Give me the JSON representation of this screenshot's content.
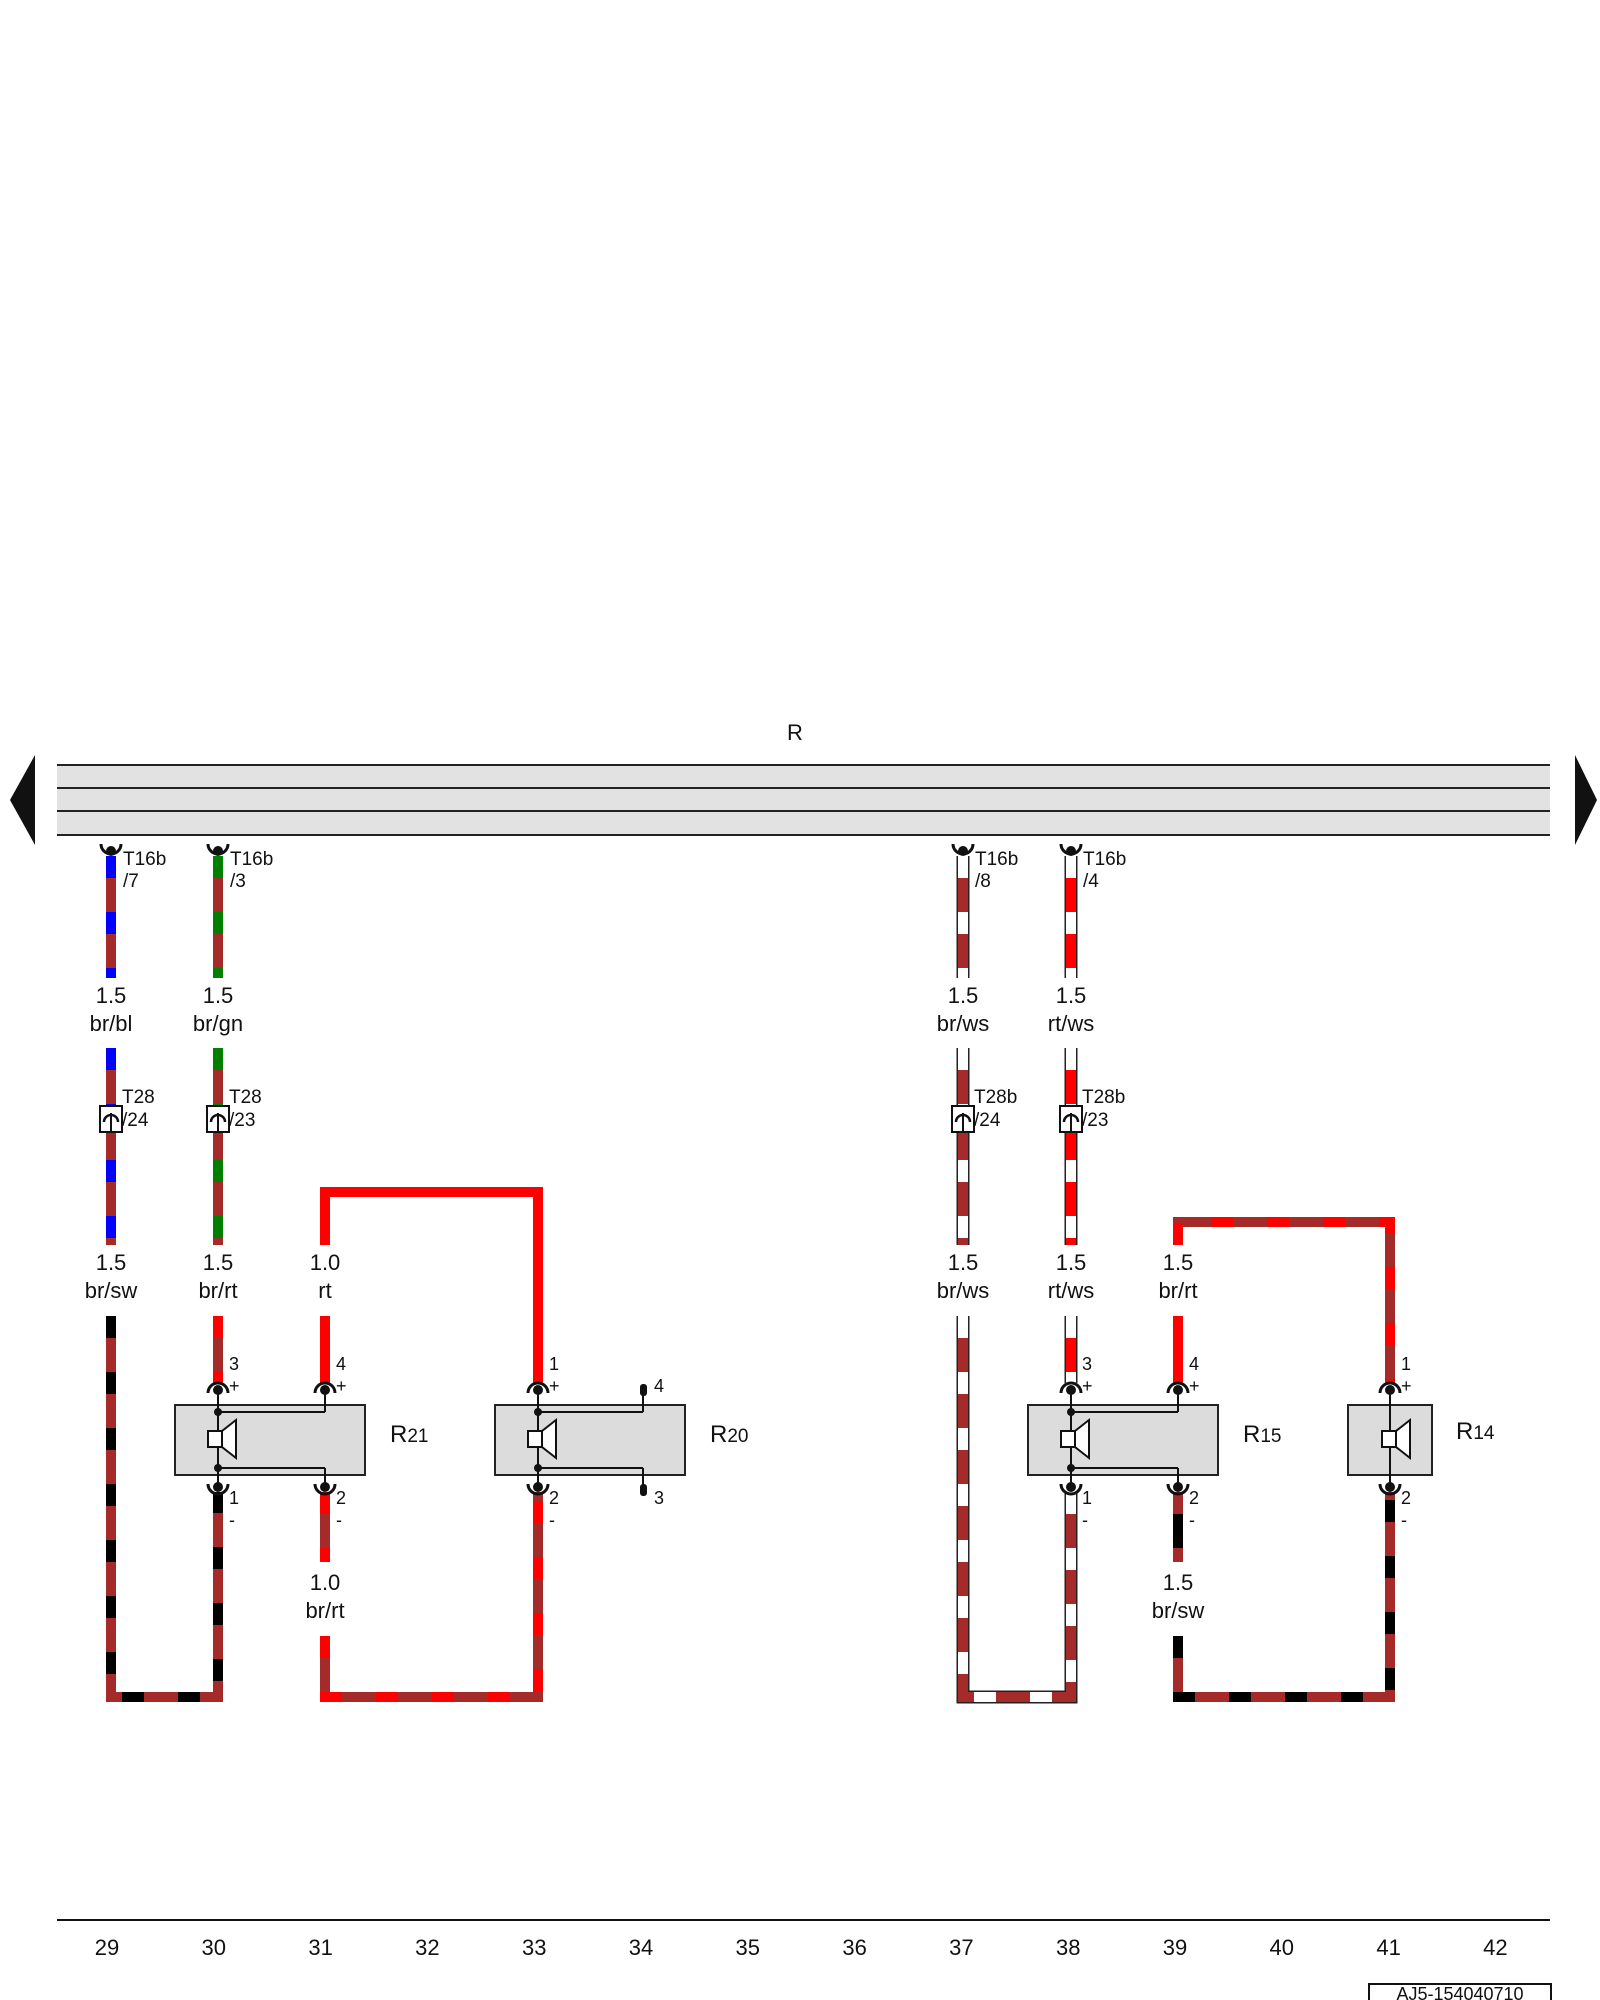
{
  "bus": {
    "label": "R"
  },
  "upper_connectors": [
    {
      "id": "t16b-7",
      "name": "T16b",
      "pin": "/7"
    },
    {
      "id": "t16b-3",
      "name": "T16b",
      "pin": "/3"
    },
    {
      "id": "t16b-8",
      "name": "T16b",
      "pin": "/8"
    },
    {
      "id": "t16b-4",
      "name": "T16b",
      "pin": "/4"
    }
  ],
  "lower_connectors": [
    {
      "id": "t28-24",
      "name": "T28",
      "pin": "/24"
    },
    {
      "id": "t28-23",
      "name": "T28",
      "pin": "/23"
    },
    {
      "id": "t28b-24",
      "name": "T28b",
      "pin": "/24"
    },
    {
      "id": "t28b-23",
      "name": "T28b",
      "pin": "/23"
    }
  ],
  "wire_labels_upper": [
    {
      "size": "1.5",
      "color": "br/bl"
    },
    {
      "size": "1.5",
      "color": "br/gn"
    },
    {
      "size": "1.5",
      "color": "br/ws"
    },
    {
      "size": "1.5",
      "color": "rt/ws"
    }
  ],
  "wire_labels_lower": [
    {
      "size": "1.5",
      "color": "br/sw"
    },
    {
      "size": "1.5",
      "color": "br/rt"
    },
    {
      "size": "1.0",
      "color": "rt"
    },
    {
      "size": "1.5",
      "color": "br/ws"
    },
    {
      "size": "1.5",
      "color": "rt/ws"
    },
    {
      "size": "1.5",
      "color": "br/rt"
    }
  ],
  "wire_labels_bottom": [
    {
      "size": "1.0",
      "color": "br/rt"
    },
    {
      "size": "1.5",
      "color": "br/sw"
    }
  ],
  "components": [
    {
      "id": "r21",
      "letter": "R",
      "number": "21"
    },
    {
      "id": "r20",
      "letter": "R",
      "number": "20"
    },
    {
      "id": "r15",
      "letter": "R",
      "number": "15"
    },
    {
      "id": "r14",
      "letter": "R",
      "number": "14"
    }
  ],
  "pins": {
    "r21": {
      "p3": "3",
      "p4": "4",
      "p1": "1",
      "p2": "2",
      "plus": "+",
      "minus": "-"
    },
    "r20": {
      "p1": "1",
      "p4": "4",
      "p2": "2",
      "p3": "3",
      "plus": "+",
      "minus": "-"
    },
    "r15": {
      "p3": "3",
      "p4": "4",
      "p1": "1",
      "p2": "2",
      "plus": "+",
      "minus": "-"
    },
    "r14": {
      "p1": "1",
      "p2": "2",
      "plus": "+",
      "minus": "-"
    }
  },
  "columns": [
    "29",
    "30",
    "31",
    "32",
    "33",
    "34",
    "35",
    "36",
    "37",
    "38",
    "39",
    "40",
    "41",
    "42"
  ],
  "reference": "AJ5-154040710",
  "colors": {
    "br": "#a52a2a",
    "bl": "#0000ff",
    "gn": "#008000",
    "rt": "#ff0000",
    "ws": "#ffffff",
    "sw": "#000000",
    "bus_fill": "#e2e2e2",
    "component_fill": "#dcdcdc"
  }
}
